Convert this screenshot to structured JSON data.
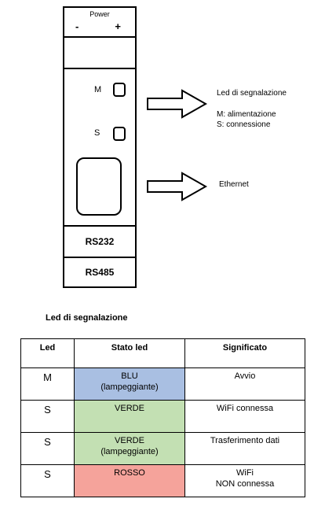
{
  "device": {
    "power_label": "Power",
    "minus": "-",
    "plus": "+",
    "led_m": "M",
    "led_s": "S",
    "port_rs232": "RS232",
    "port_rs485": "RS485"
  },
  "callouts": {
    "led": {
      "title": "Led di segnalazione",
      "line1": "M: alimentazione",
      "line2": "S:  connessione"
    },
    "ethernet": "Ethernet"
  },
  "table": {
    "title": "Led di segnalazione",
    "headers": [
      "Led",
      "Stato led",
      "Significato"
    ],
    "rows": [
      {
        "led": "M",
        "state_line1": "BLU",
        "state_line2": "(lampeggiante)",
        "state_color": "#a9bfe2",
        "meaning_line1": "Avvio",
        "meaning_line2": ""
      },
      {
        "led": "S",
        "state_line1": "VERDE",
        "state_line2": "",
        "state_color": "#c3e0b3",
        "meaning_line1": "WiFi connessa",
        "meaning_line2": ""
      },
      {
        "led": "S",
        "state_line1": "VERDE",
        "state_line2": "(lampeggiante)",
        "state_color": "#c3e0b3",
        "meaning_line1": "Trasferimento dati",
        "meaning_line2": ""
      },
      {
        "led": "S",
        "state_line1": "ROSSO",
        "state_line2": "",
        "state_color": "#f5a39b",
        "meaning_line1": "WiFi",
        "meaning_line2": "NON connessa"
      }
    ]
  }
}
